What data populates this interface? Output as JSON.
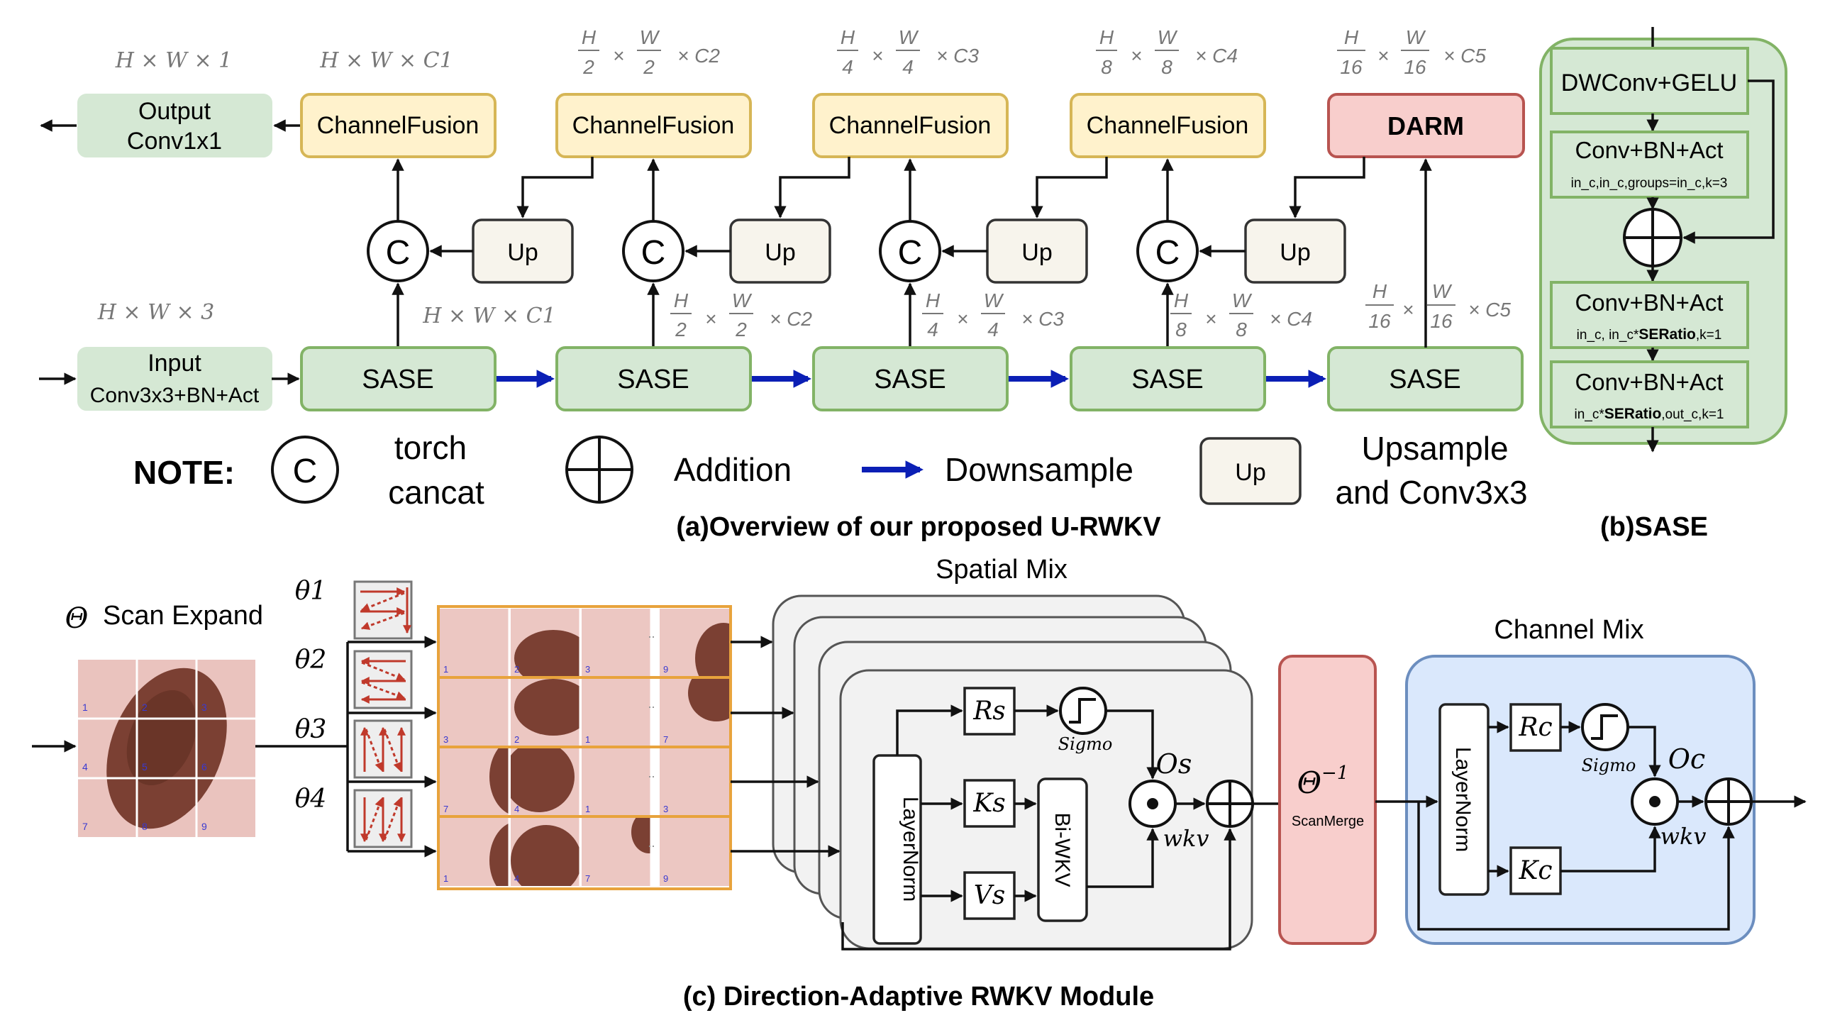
{
  "colors": {
    "green_fill": "#d5e8d4",
    "green_stroke": "#82b366",
    "yellow_fill": "#fff2cc",
    "yellow_stroke": "#d6b656",
    "red_fill": "#f8cecc",
    "red_stroke": "#b85450",
    "blue_fill": "#dae8fc",
    "blue_stroke": "#6c8ebf",
    "downsample_arrow": "#0b1fb5",
    "scan_arrow": "#c0392b",
    "skin": "#eac3be",
    "lesion": "#7b4033"
  },
  "part_a": {
    "caption": "(a)Overview of our proposed U-RWKV",
    "output_block": {
      "line1": "Output",
      "line2": "Conv1x1"
    },
    "input_block": {
      "line1": "Input",
      "line2": "Conv3x3+BN+Act"
    },
    "channel_fusion_label": "ChannelFusion",
    "darm_label": "DARM",
    "sase_label": "SASE",
    "up_label": "Up",
    "concat_symbol": "C",
    "dims_top": {
      "out": "H × W × 1",
      "l1": "H × W × C1",
      "l2": {
        "num1": "H",
        "den1": "2",
        "num2": "W",
        "den2": "2",
        "ch": "× C2"
      },
      "l3": {
        "num1": "H",
        "den1": "4",
        "num2": "W",
        "den2": "4",
        "ch": "× C3"
      },
      "l4": {
        "num1": "H",
        "den1": "8",
        "num2": "W",
        "den2": "8",
        "ch": "× C4"
      },
      "l5": {
        "num1": "H",
        "den1": "16",
        "num2": "W",
        "den2": "16",
        "ch": "× C5"
      }
    },
    "dims_bottom": {
      "input": "H × W × 3",
      "l1": "H × W × C1",
      "l2": {
        "num1": "H",
        "den1": "2",
        "num2": "W",
        "den2": "2",
        "ch": "× C2"
      },
      "l3": {
        "num1": "H",
        "den1": "4",
        "num2": "W",
        "den2": "4",
        "ch": "× C3"
      },
      "l4": {
        "num1": "H",
        "den1": "8",
        "num2": "W",
        "den2": "8",
        "ch": "× C4"
      },
      "l5": {
        "num1": "H",
        "den1": "16",
        "num2": "W",
        "den2": "16",
        "ch": "× C5"
      }
    },
    "note": {
      "label": "NOTE:",
      "concat_line1": "torch",
      "concat_line2": "cancat",
      "addition": "Addition",
      "downsample": "Downsample",
      "up": "Up",
      "up_line1": "Upsample",
      "up_line2": "and Conv3x3"
    }
  },
  "part_b": {
    "caption": "(b)SASE",
    "dwconv": "DWConv+GELU",
    "block1": {
      "title": "Conv+BN+Act",
      "sub": "in_c,in_c,groups=in_c,k=3"
    },
    "block2": {
      "title": "Conv+BN+Act",
      "sub_pre": "in_c, in_c*",
      "sub_bold": "SERatio",
      "sub_post": ",k=1"
    },
    "block3": {
      "title": "Conv+BN+Act",
      "sub_pre": "in_c*",
      "sub_bold": "SERatio",
      "sub_post": ",out_c,k=1"
    }
  },
  "part_c": {
    "caption": "(c) Direction-Adaptive RWKV Module",
    "scan_expand_symbol": "Θ",
    "scan_expand_label": "Scan Expand",
    "patch_numbers": [
      "1",
      "2",
      "3",
      "4",
      "5",
      "6",
      "7",
      "8",
      "9"
    ],
    "thetas": [
      "θ1",
      "θ2",
      "θ3",
      "θ4"
    ],
    "seq_rows": [
      [
        "1",
        "2",
        "3",
        "9"
      ],
      [
        "3",
        "2",
        "1",
        "7"
      ],
      [
        "7",
        "4",
        "1",
        "3"
      ],
      [
        "1",
        "4",
        "7",
        "9"
      ]
    ],
    "spatial_mix_title": "Spatial Mix",
    "channel_mix_title": "Channel Mix",
    "layernorm": "LayerNorm",
    "bi_wkv": "Bi-WKV",
    "rs": "Rs",
    "ks": "Ks",
    "vs": "Vs",
    "rc": "Rc",
    "kc": "Kc",
    "sigmo": "Sigmo",
    "os": "Os",
    "oc": "Oc",
    "wkv": "wkv",
    "scan_merge_symbol": "Θ",
    "scan_merge_exp": "−1",
    "scan_merge_label": "ScanMerge"
  }
}
